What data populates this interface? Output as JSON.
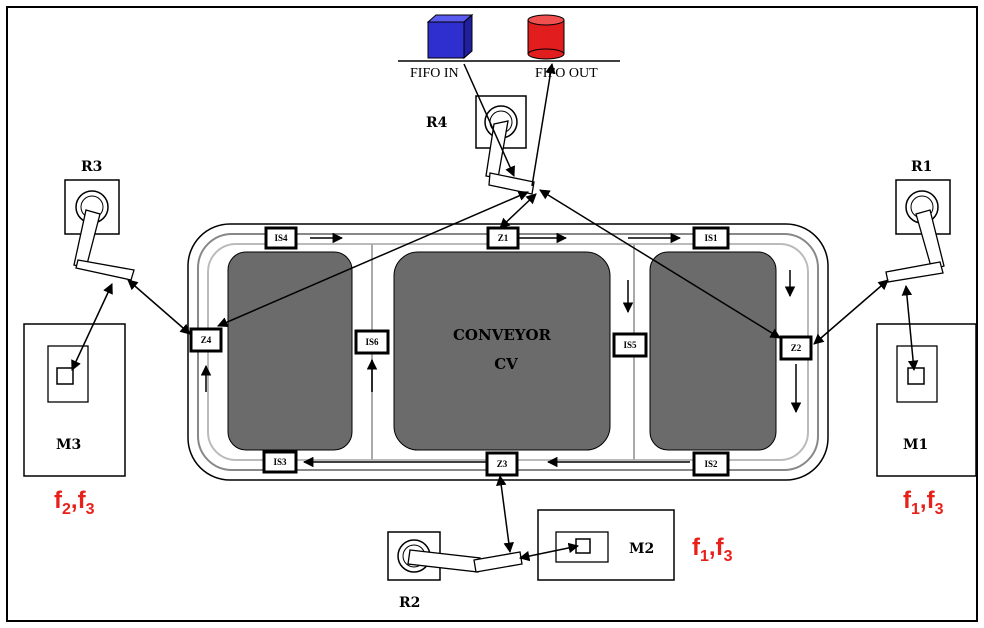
{
  "fifo": {
    "in_label": "FIFO IN",
    "out_label": "FIFO OUT"
  },
  "robots": {
    "r1": "R1",
    "r2": "R2",
    "r3": "R3",
    "r4": "R4"
  },
  "machines": {
    "m1": "M1",
    "m2": "M2",
    "m3": "M3"
  },
  "conveyor": {
    "line1": "CONVEYOR",
    "line2": "CV"
  },
  "nodes": {
    "z1": "Z1",
    "z2": "Z2",
    "z3": "Z3",
    "z4": "Z4",
    "is1": "IS1",
    "is2": "IS2",
    "is3": "IS3",
    "is4": "IS4",
    "is5": "IS5",
    "is6": "IS6"
  },
  "functions": {
    "m3": {
      "f": "f",
      "a": "2",
      "sep": ",",
      "b": "3"
    },
    "m1": {
      "f": "f",
      "a": "1",
      "sep": ",",
      "b": "3"
    },
    "m2": {
      "f": "f",
      "a": "1",
      "sep": ",",
      "b": "3"
    }
  },
  "colors": {
    "fifo_in": "#2f2fcf",
    "fifo_out": "#e11d1d",
    "island": "#6b6b6b",
    "function_text": "#e8201a"
  }
}
